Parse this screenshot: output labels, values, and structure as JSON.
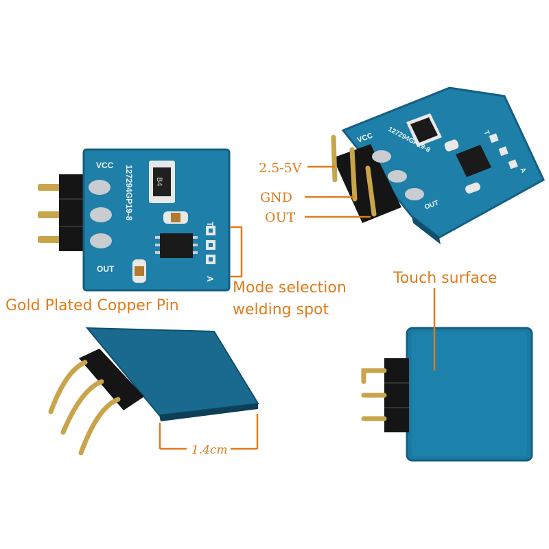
{
  "colors": {
    "accent": "#e07b1a",
    "pcb": "#1e7fa8",
    "pcb_dark": "#145f82",
    "header": "#151515",
    "solder": "#c9ccd0",
    "pin_gold": "#c8a44a"
  },
  "module_front": {
    "silk_vcc": "VCC",
    "silk_out": "OUT",
    "silk_code": "127294GP19-8",
    "silk_chip": "B4",
    "silk_a": "A",
    "silk_t": "T"
  },
  "module_angled": {
    "silk_vcc": "VCC",
    "silk_out": "OUT",
    "silk_code": "127294GP19-8",
    "silk_a": "A",
    "silk_t": "T"
  },
  "callouts": {
    "voltage": "2.5-5V",
    "gnd": "GND",
    "out": "OUT",
    "mode_line1": "Mode selection",
    "mode_line2": "welding spot",
    "gold_pin": "Gold Plated Copper Pin",
    "thickness": "1.4cm",
    "touch": "Touch surface"
  }
}
